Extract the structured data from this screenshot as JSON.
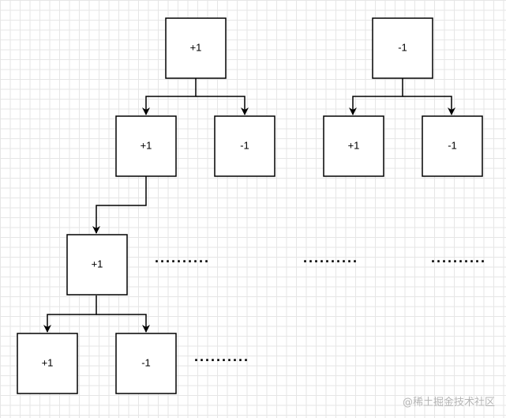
{
  "diagram": {
    "nodes": [
      {
        "id": "root-left",
        "label": "+1"
      },
      {
        "id": "root-right",
        "label": "-1"
      },
      {
        "id": "left-child-plus",
        "label": "+1"
      },
      {
        "id": "left-child-minus",
        "label": "-1"
      },
      {
        "id": "right-child-plus",
        "label": "+1"
      },
      {
        "id": "right-child-minus",
        "label": "-1"
      },
      {
        "id": "level3-plus",
        "label": "+1"
      },
      {
        "id": "level4-plus",
        "label": "+1"
      },
      {
        "id": "level4-minus",
        "label": "-1"
      }
    ],
    "edges": [
      {
        "from": "root-left",
        "to": "left-child-plus"
      },
      {
        "from": "root-left",
        "to": "left-child-minus"
      },
      {
        "from": "root-right",
        "to": "right-child-plus"
      },
      {
        "from": "root-right",
        "to": "right-child-minus"
      },
      {
        "from": "left-child-plus",
        "to": "level3-plus"
      },
      {
        "from": "level3-plus",
        "to": "level4-plus"
      },
      {
        "from": "level3-plus",
        "to": "level4-minus"
      }
    ],
    "ellipses": [
      "··········",
      "··········",
      "··········",
      "··········"
    ]
  },
  "watermark": "@稀土掘金技术社区",
  "colors": {
    "stroke": "#000000",
    "grid": "#e6e6e6",
    "watermark": "#b5b5b5"
  }
}
